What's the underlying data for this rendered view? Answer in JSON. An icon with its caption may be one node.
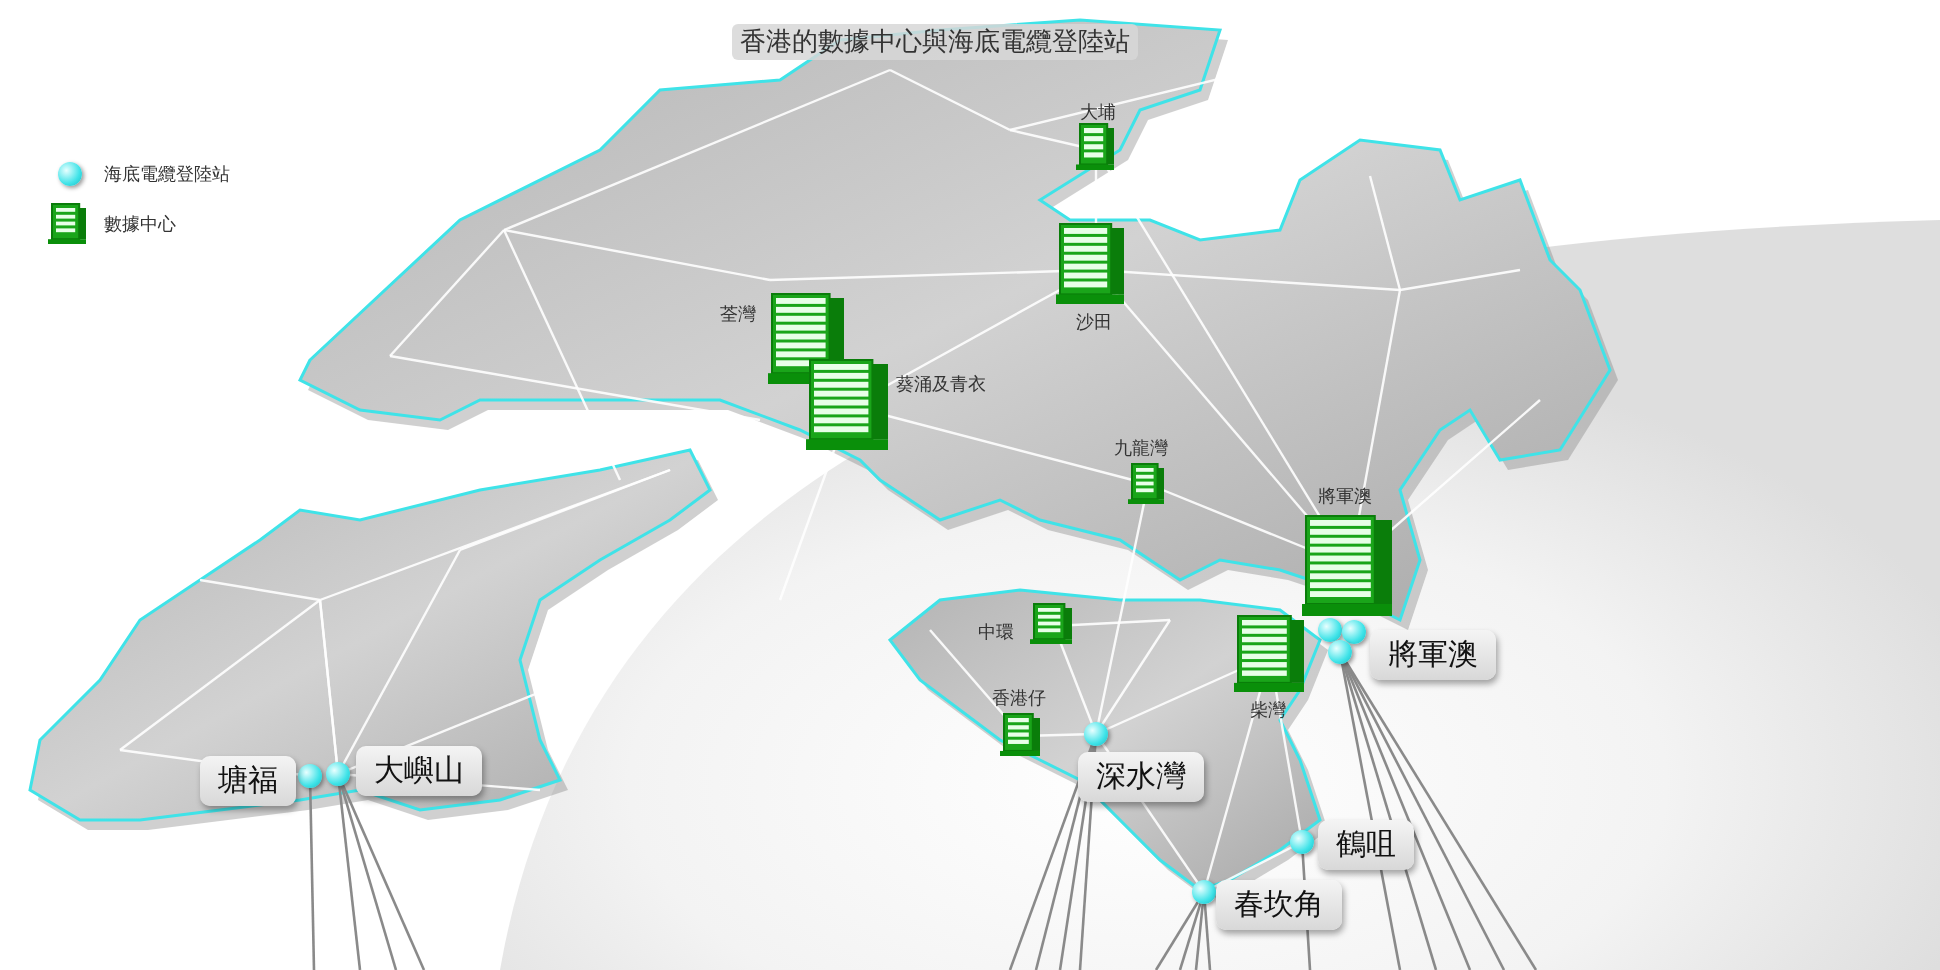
{
  "diagram": {
    "title": "香港的數據中心與海底電纜登陸站",
    "nodes": [
      {
        "text": [],
        "shape": "circle"
      },
      {
        "text": [],
        "shape": "circle",
        "beside": [
          "將軍澳"
        ]
      },
      {
        "text": [],
        "shape": "circle"
      },
      {
        "text": [],
        "shape": "circle",
        "beside": [
          "深水灣"
        ]
      },
      {
        "text": [],
        "shape": "circle",
        "beside": [
          "塘福"
        ]
      },
      {
        "text": [],
        "shape": "circle",
        "beside": [
          "大嶼山"
        ]
      },
      {
        "text": [],
        "shape": "circle",
        "beside": [
          "鶴咀"
        ]
      },
      {
        "text": [],
        "shape": "circle",
        "beside": [
          "春坎角"
        ]
      }
    ],
    "edges": [
      {
        "from": 2,
        "to": null,
        "arrow": "none"
      },
      {
        "from": 2,
        "to": null,
        "arrow": "none"
      },
      {
        "from": 2,
        "to": null,
        "arrow": "none"
      },
      {
        "from": 2,
        "to": null,
        "arrow": "none"
      },
      {
        "from": 2,
        "to": null,
        "arrow": "none"
      },
      {
        "from": 3,
        "to": null,
        "arrow": "none"
      },
      {
        "from": 3,
        "to": null,
        "arrow": "none"
      },
      {
        "from": 3,
        "to": null,
        "arrow": "none"
      },
      {
        "from": 3,
        "to": null,
        "arrow": "none"
      },
      {
        "from": 4,
        "to": null,
        "arrow": "none"
      },
      {
        "from": 5,
        "to": null,
        "arrow": "none"
      },
      {
        "from": 5,
        "to": null,
        "arrow": "none"
      },
      {
        "from": 5,
        "to": null,
        "arrow": "none"
      },
      {
        "from": 6,
        "to": null,
        "arrow": "none"
      },
      {
        "from": 7,
        "to": null,
        "arrow": "none"
      },
      {
        "from": 7,
        "to": null,
        "arrow": "none"
      },
      {
        "from": 7,
        "to": null,
        "arrow": "none"
      },
      {
        "from": 7,
        "to": null,
        "arrow": "none"
      }
    ],
    "labels": [
      "大埔",
      "沙田",
      "荃灣",
      "葵涌及青衣",
      "九龍灣",
      "將軍澳",
      "中環",
      "柴灣",
      "香港仔"
    ],
    "legend": [
      {
        "text": "海底電纜登陸站"
      },
      {
        "text": "數據中心"
      }
    ]
  }
}
